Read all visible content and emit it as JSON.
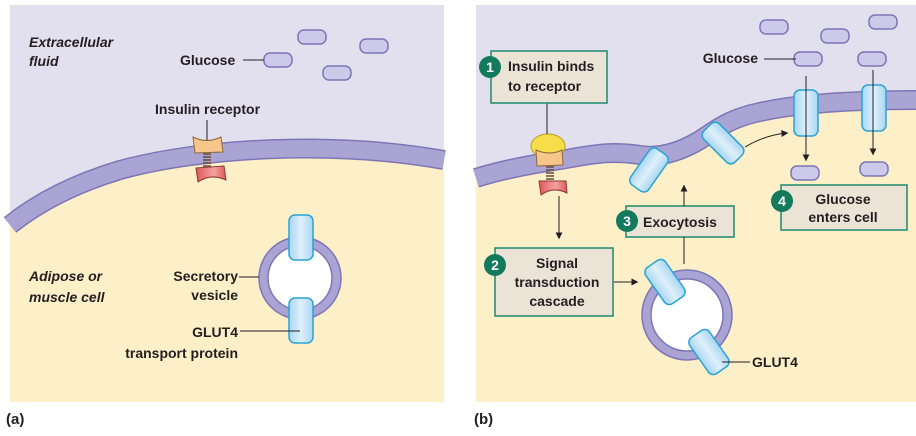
{
  "colors": {
    "extracellular": "#e2e0ef",
    "cytoplasm": "#fdefc8",
    "membrane": "#aaa4d4",
    "membrane_edge": "#7d76b6",
    "glucose_fill": "#cdc9ea",
    "glucose_stroke": "#7d76b6",
    "glut4_fill": "#bfe0f5",
    "glut4_stroke": "#2aa3d6",
    "step_box_fill": "#ebe4d6",
    "step_box_stroke": "#1d8a6e",
    "step_badge": "#137a5c",
    "insulin": "#f6dd4a",
    "receptor_top": "#f6c68a",
    "receptor_bottom": "#e0585a"
  },
  "panel_a": {
    "label": "(a)",
    "extracellular_line1": "Extracellular",
    "extracellular_line2": "fluid",
    "glucose_label": "Glucose",
    "receptor_label": "Insulin receptor",
    "cell_line1": "Adipose or",
    "cell_line2": "muscle cell",
    "vesicle_line1": "Secretory",
    "vesicle_line2": "vesicle",
    "glut4_line1": "GLUT4",
    "glut4_line2": "transport protein"
  },
  "panel_b": {
    "label": "(b)",
    "glucose_label": "Glucose",
    "glut4_label": "GLUT4",
    "steps": [
      {
        "number": "1",
        "line1": "Insulin binds",
        "line2": "to receptor",
        "line3": ""
      },
      {
        "number": "2",
        "line1": "Signal",
        "line2": "transduction",
        "line3": "cascade"
      },
      {
        "number": "3",
        "line1": "Exocytosis",
        "line2": "",
        "line3": ""
      },
      {
        "number": "4",
        "line1": "Glucose",
        "line2": "enters cell",
        "line3": ""
      }
    ]
  }
}
